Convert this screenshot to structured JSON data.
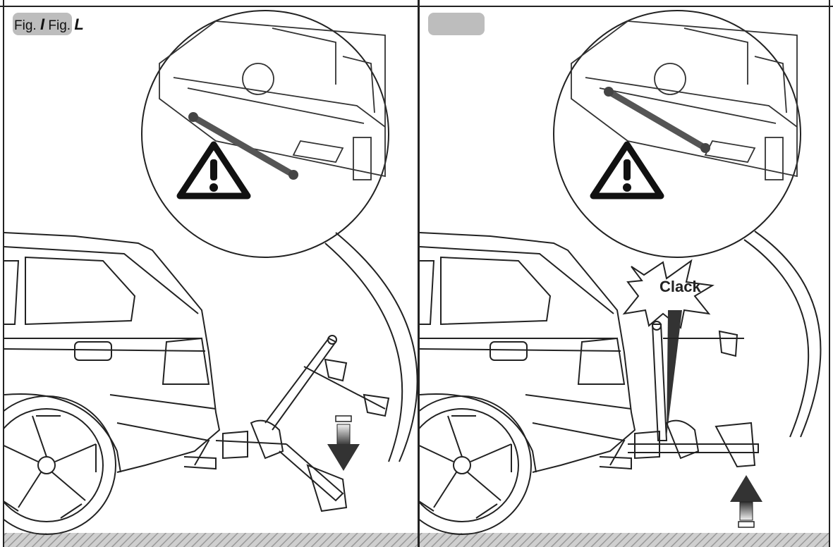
{
  "figures": {
    "left": {
      "prefix": "Fig.",
      "letter": "I"
    },
    "right": {
      "prefix": "Fig.",
      "letter": "L"
    }
  },
  "right_panel": {
    "sound_label": "Clack"
  },
  "icons": [
    "warning-triangle-icon",
    "down-arrow-icon",
    "up-arrow-icon"
  ]
}
